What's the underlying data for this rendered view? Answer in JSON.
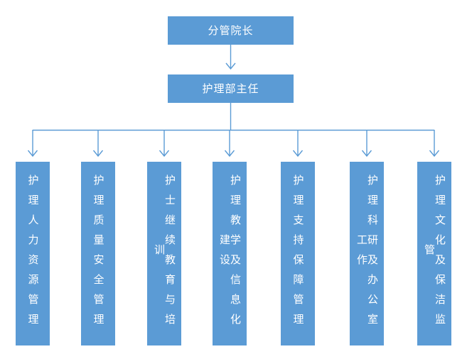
{
  "chart_data": {
    "type": "diagram",
    "title": "",
    "diagram_kind": "organizational-chart",
    "orientation": "top-down",
    "accent_color": "#5B9BD5",
    "connector_color": "#5B9BD5",
    "text_color": "#FFFFFF",
    "background_color": "#FFFFFF",
    "levels": [
      {
        "level": 1,
        "nodes": [
          "分管院长"
        ]
      },
      {
        "level": 2,
        "nodes": [
          "护理部主任"
        ]
      },
      {
        "level": 3,
        "nodes": [
          "护理人力资源管理",
          "护理质量安全管理",
          "护士继续教育与培训",
          "护理教学及信息化建设",
          "护理支持保障管理",
          "护理科研及办公室工作",
          "护理文化及保洁监管"
        ]
      }
    ],
    "edges": [
      {
        "from": "分管院长",
        "to": "护理部主任",
        "style": "arrow"
      },
      {
        "from": "护理部主任",
        "to": "护理人力资源管理",
        "style": "arrow"
      },
      {
        "from": "护理部主任",
        "to": "护理质量安全管理",
        "style": "arrow"
      },
      {
        "from": "护理部主任",
        "to": "护士继续教育与培训",
        "style": "arrow"
      },
      {
        "from": "护理部主任",
        "to": "护理教学及信息化建设",
        "style": "arrow"
      },
      {
        "from": "护理部主任",
        "to": "护理支持保障管理",
        "style": "arrow"
      },
      {
        "from": "护理部主任",
        "to": "护理科研及办公室工作",
        "style": "arrow"
      },
      {
        "from": "护理部主任",
        "to": "护理文化及保洁监管",
        "style": "arrow"
      }
    ]
  },
  "nodes": {
    "director": {
      "label": "分管院长"
    },
    "head_nurse": {
      "label": "护理部主任"
    },
    "departments": [
      {
        "label": "护理人力资源管理"
      },
      {
        "label": "护理质量安全管理"
      },
      {
        "label": "护士继续教育与培训"
      },
      {
        "label": "护理教学及信息化建设"
      },
      {
        "label": "护理支持保障管理"
      },
      {
        "label": "护理科研及办公室工作"
      },
      {
        "label": "护理文化及保洁监管"
      }
    ]
  }
}
